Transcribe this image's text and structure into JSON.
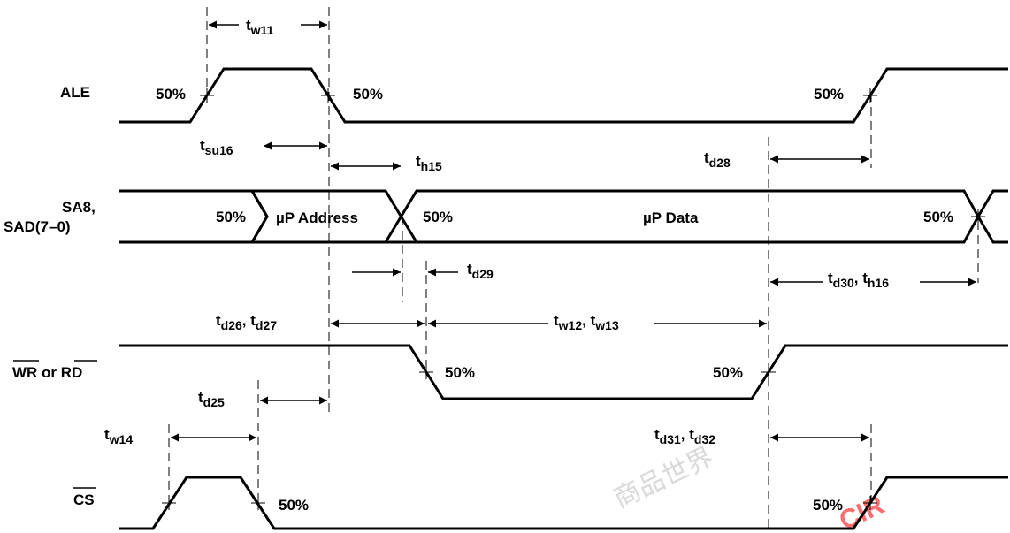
{
  "signals": {
    "ale": "ALE",
    "sa8": "SA8,",
    "sad": "SAD(7–0)",
    "wr": "WR",
    "or": " or ",
    "rd": "RD",
    "cs": "CS"
  },
  "bus": {
    "address": "µP Address",
    "data": "µP Data"
  },
  "pct": "50%",
  "timing": {
    "tw11": {
      "t": "t",
      "s": "w11"
    },
    "tsu16": {
      "t": "t",
      "s": "su16"
    },
    "th15": {
      "t": "t",
      "s": "h15"
    },
    "td28": {
      "t": "t",
      "s": "d28"
    },
    "td29": {
      "t": "t",
      "s": "d29"
    },
    "td30": {
      "t": "t",
      "s": "d30"
    },
    "th16": {
      "t": "t",
      "s": "h16"
    },
    "td26": {
      "t": "t",
      "s": "d26"
    },
    "td27": {
      "t": "t",
      "s": "d27"
    },
    "tw12": {
      "t": "t",
      "s": "w12"
    },
    "tw13": {
      "t": "t",
      "s": "w13"
    },
    "td25": {
      "t": "t",
      "s": "d25"
    },
    "tw14": {
      "t": "t",
      "s": "w14"
    },
    "td31": {
      "t": "t",
      "s": "d31"
    },
    "td32": {
      "t": "t",
      "s": "d32"
    }
  },
  "sep": ", "
}
